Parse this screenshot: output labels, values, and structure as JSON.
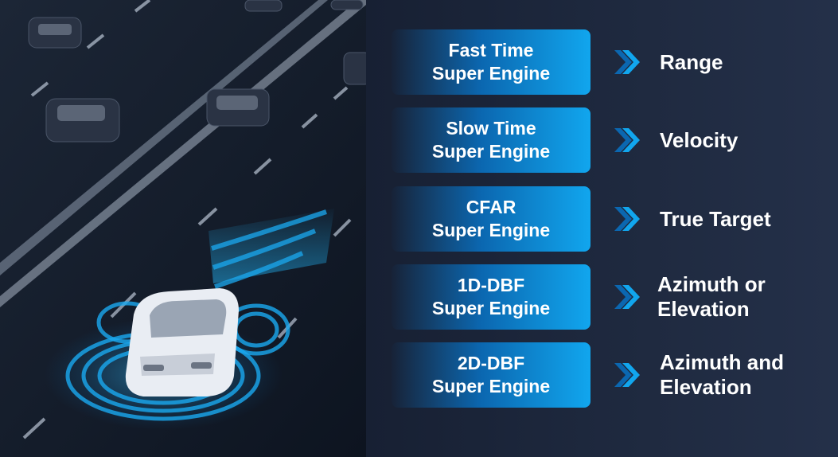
{
  "rows": [
    {
      "engine": [
        "Fast Time",
        "Super Engine"
      ],
      "result": [
        "Range"
      ]
    },
    {
      "engine": [
        "Slow Time",
        "Super Engine"
      ],
      "result": [
        "Velocity"
      ]
    },
    {
      "engine": [
        "CFAR",
        "Super Engine"
      ],
      "result": [
        "True Target"
      ]
    },
    {
      "engine": [
        "1D-DBF",
        "Super Engine"
      ],
      "result": [
        "Azimuth or",
        "Elevation"
      ]
    },
    {
      "engine": [
        "2D-DBF",
        "Super Engine"
      ],
      "result": [
        "Azimuth and",
        "Elevation"
      ]
    }
  ],
  "colors": {
    "accent": "#11a6ee",
    "engine_dark": "#0b67b0",
    "background": "#1f2a40",
    "radar": "#1aa9f0"
  },
  "icons": {
    "arrow": "double-chevron-right-icon",
    "illustration": "radar-car-highway-illustration"
  }
}
